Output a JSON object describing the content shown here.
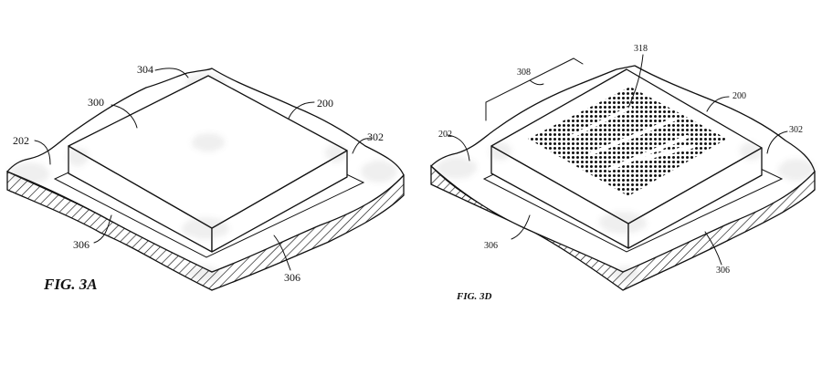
{
  "figures": [
    {
      "caption": "FIG. 3A",
      "labels": {
        "a": "304",
        "b": "300",
        "c": "200",
        "d": "202",
        "e": "302",
        "f": "306",
        "g": "306"
      }
    },
    {
      "caption": "FIG. 3D",
      "labels": {
        "a": "318",
        "b": "308",
        "c": "200",
        "d": "202",
        "e": "302",
        "f": "306",
        "g": "306"
      }
    }
  ]
}
